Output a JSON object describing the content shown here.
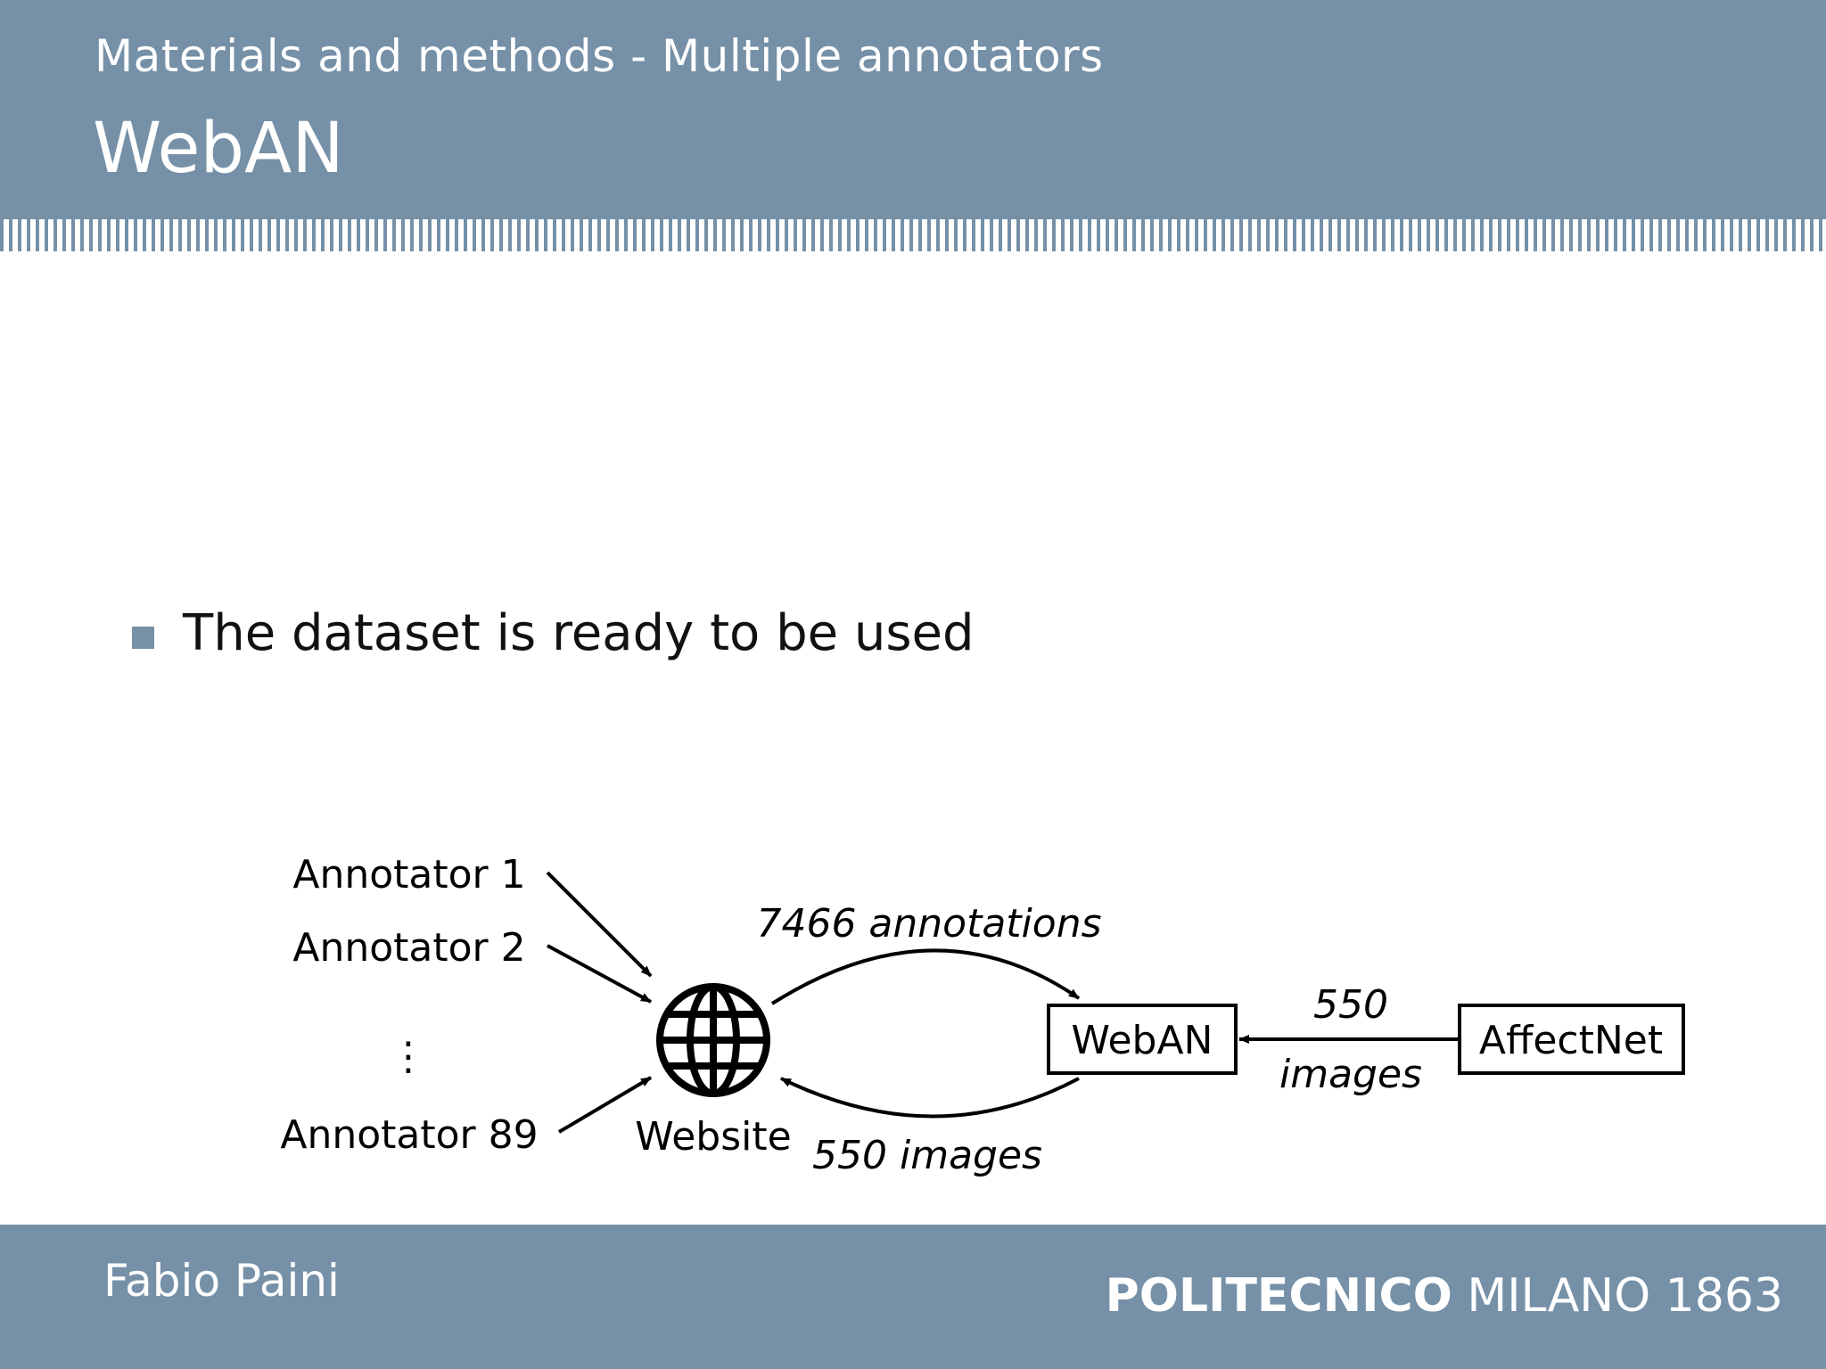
{
  "header": {
    "section_title": "Materials and methods - Multiple annotators",
    "frame_title": "WebAN"
  },
  "content": {
    "bullet": "The dataset is ready to be used"
  },
  "diagram": {
    "annotators": [
      "Annotator 1",
      "Annotator 2",
      "Annotator 89"
    ],
    "ellipsis": "⋮",
    "website_label": "Website",
    "annotations_label": "7466 annotations",
    "images_to_website_label": "550 images",
    "weban_node": "WebAN",
    "affectnet_node": "AffectNet",
    "affectnet_count": "550",
    "affectnet_images": "images"
  },
  "footer": {
    "author": "Fabio Paini",
    "institution_bold": "POLITECNICO",
    "institution_rest": "MILANO 1863"
  }
}
